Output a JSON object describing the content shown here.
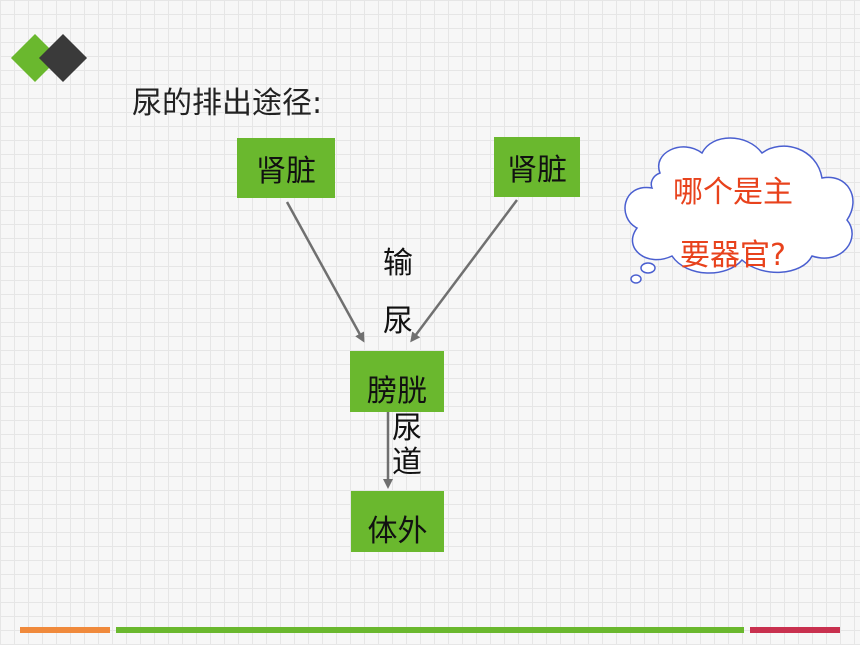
{
  "title": "尿的排出途径:",
  "nodes": {
    "kidney_left": "肾脏",
    "kidney_right": "肾脏",
    "bladder": "膀胱",
    "outside": "体外"
  },
  "labels": {
    "ureter_1": "输",
    "ureter_2": "尿",
    "urethra_1": "尿",
    "urethra_2": "道"
  },
  "thought_bubble": {
    "line1": "哪个是主",
    "line2": "要器官?"
  },
  "colors": {
    "box_green": "#6ab82e",
    "accent_dark": "#3a3a3a",
    "question_red": "#e8421c",
    "arrow_gray": "#707070",
    "bubble_stroke": "#4a5fd0",
    "bar_orange": "#f08a3c",
    "bar_green": "#6ab82e",
    "bar_red": "#c8304e"
  }
}
